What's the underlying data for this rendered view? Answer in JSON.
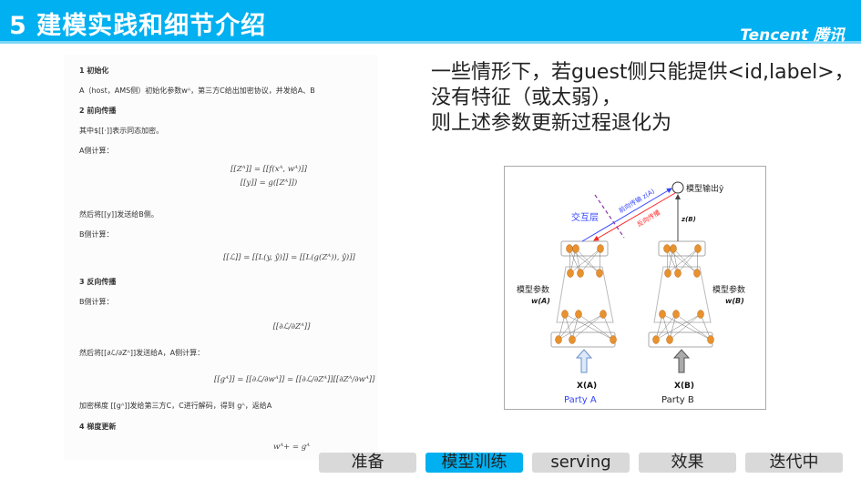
{
  "header": {
    "title": "5 建模实践和细节介绍",
    "logo": "Tencent 腾讯"
  },
  "doc": {
    "s1_title": "1 初始化",
    "s1_text": "A（host，AMS侧）初始化参数wᴬ，第三方C给出加密协议，并发给A、B",
    "s2_title": "2 前向传播",
    "s2_text": "其中$[[·]]表示同态加密。",
    "a_calc": "A侧计算：",
    "eq1": "[[Zᴬ]] = [[f(xᴬ, wᴬ)]]",
    "eq2": "[[y]] = g([Zᴬ]])",
    "send_y": "然后将[[y]]发送给B侧。",
    "b_calc": "B侧计算：",
    "eq3": "[[ℒ]] = [[L(y, ŷ)]] = [[L(g(Zᴬ)), ŷ)]]",
    "s3_title": "3 反向传播",
    "b_calc2": "B侧计算：",
    "eq4": "[[∂ℒ/∂Zᴬ]]",
    "send_grad": "然后将[[∂ℒ/∂Zᴬ]]发送给A，A侧计算：",
    "eq5": "[[gᴬ]] = [[∂ℒ/∂wᴬ]] = [[∂ℒ/∂Zᴬ]][[∂Zᴬ/∂wᴬ]]",
    "decrypt": "加密梯度 [[gᴬ]]发给第三方C，C进行解码，得到 gᴬ，返给A",
    "s4_title": "4 梯度更新",
    "eq6": "wᴬ+ = gᴬ"
  },
  "right_text": [
    "一些情形下，若guest侧只能提供<id,label>，",
    "没有特征（或太弱），",
    "则上述参数更新过程退化为"
  ],
  "diagram": {
    "output_label": "模型输出ŷ",
    "interaction_layer": "交互层",
    "forward_label": "前向传输 z(A)",
    "backward_label": "反向传播",
    "zb_label": "z(B)",
    "params_a": "模型参数",
    "params_a_sym": "w(A)",
    "params_b": "模型参数",
    "params_b_sym": "w(B)",
    "xa": "X(A)",
    "xb": "X(B)",
    "party_a": "Party A",
    "party_b": "Party B",
    "colors": {
      "node": "#e8922f",
      "forward": "#3344ff",
      "backward": "#ff2222",
      "layer": "#8833aa"
    }
  },
  "nav": {
    "tabs": [
      "准备",
      "模型训练",
      "serving",
      "效果",
      "迭代中"
    ],
    "active": 1
  },
  "colors": {
    "header": "#00b0f0",
    "tab": "#d9d9d9",
    "tab_active": "#00b0f0"
  }
}
